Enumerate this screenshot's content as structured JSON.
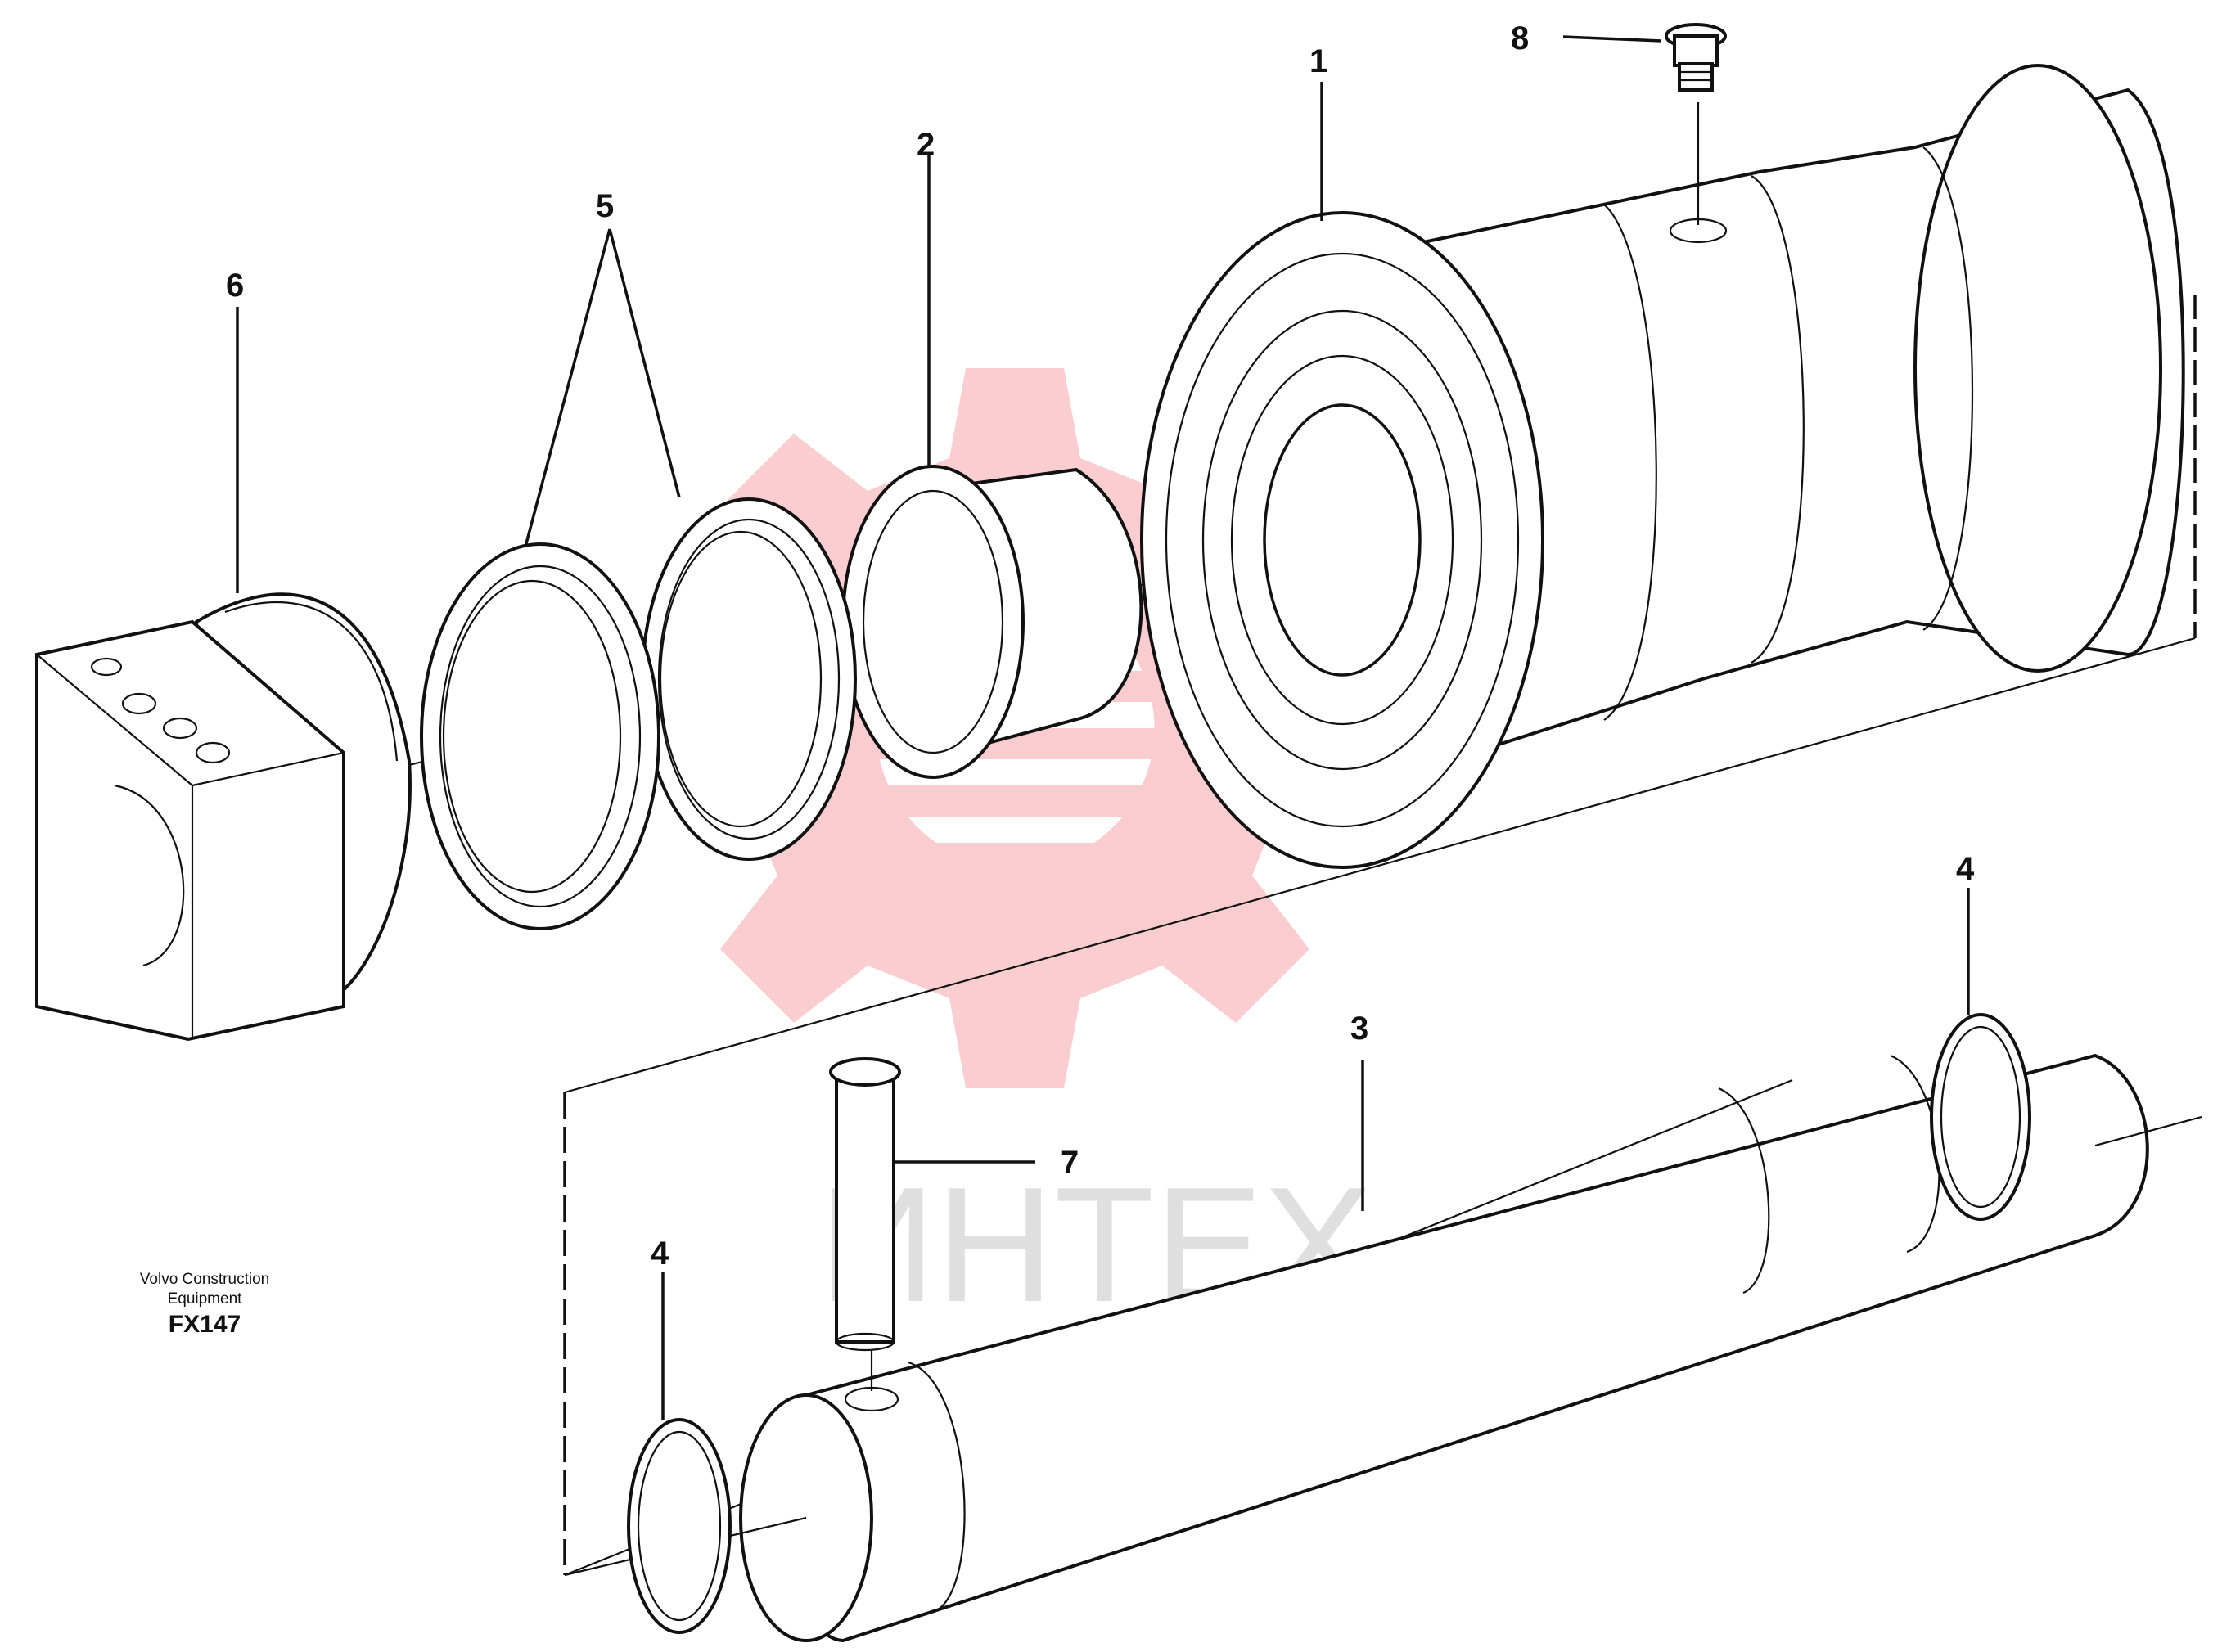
{
  "callouts": {
    "c1": "1",
    "c2": "2",
    "c3": "3",
    "c4a": "4",
    "c4b": "4",
    "c5": "5",
    "c6": "6",
    "c7": "7",
    "c8": "8"
  },
  "caption": {
    "brand_line1": "Volvo Construction",
    "brand_line2": "Equipment",
    "figure_code": "FX147"
  },
  "watermark": {
    "text": "ИНТЕХ",
    "color": "#e8202a"
  }
}
